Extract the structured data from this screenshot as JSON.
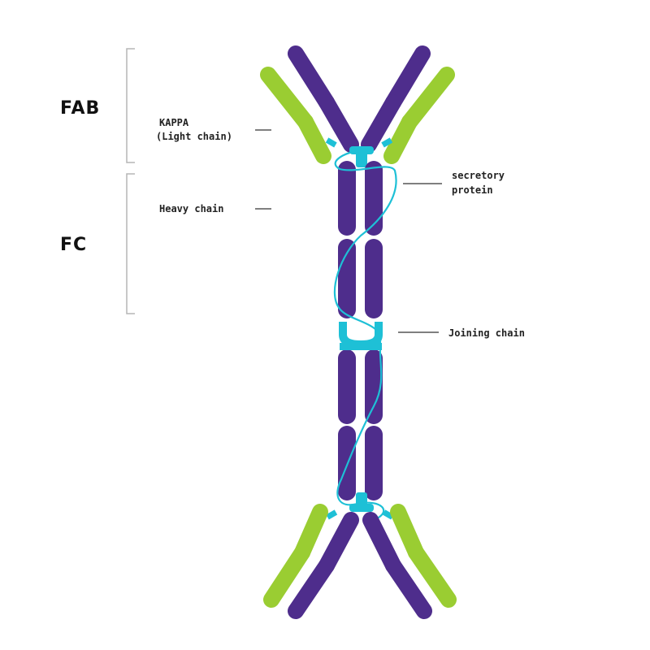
{
  "region_labels": {
    "fab": "FAB",
    "fc": "FC"
  },
  "annotations": {
    "kappa_line1": "KAPPA",
    "kappa_line2": "(Light chain)",
    "heavy_chain": "Heavy chain",
    "secretory_line1": "secretory",
    "secretory_line2": "protein",
    "joining_chain": "Joining chain"
  },
  "colors": {
    "heavy_chain": "#4e2d8c",
    "light_chain": "#9acd32",
    "secretory_component": "#1ec0d6",
    "bracket": "#b5b5b5",
    "leader_line": "#555555"
  }
}
